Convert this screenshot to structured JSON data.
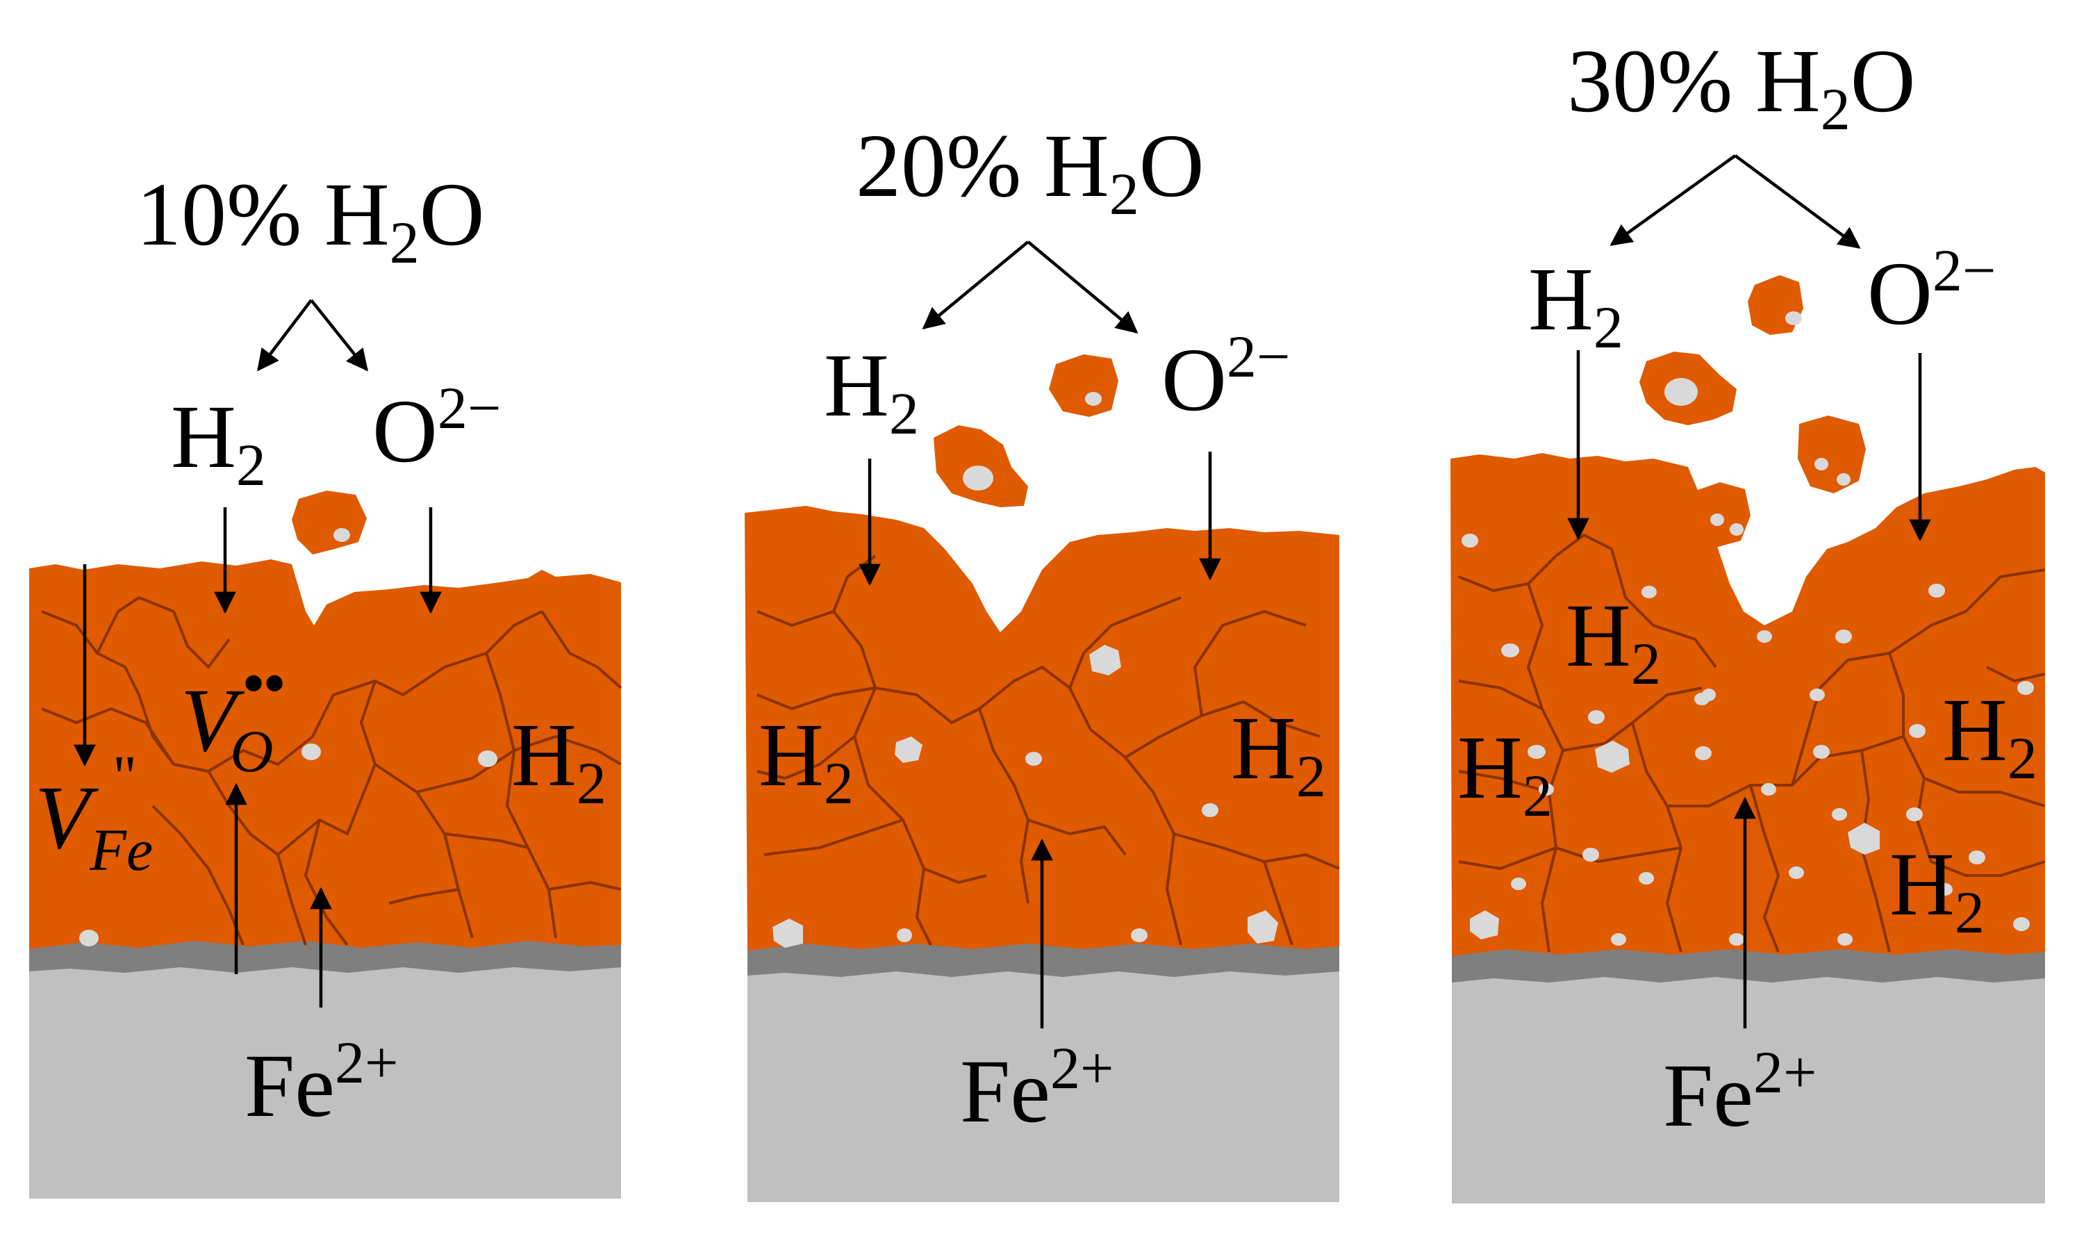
{
  "panels": [
    {
      "water_label": "10% H",
      "water_sub": "2",
      "water_tail": "O",
      "products": {
        "h2": "H",
        "h2_sub": "2",
        "oxide": "O",
        "oxide_sup": "2−"
      },
      "inner_labels": [
        {
          "text": "H",
          "sub": "2"
        }
      ],
      "defects": {
        "vacancy_o": "V",
        "vacancy_o_sub": "O",
        "vacancy_o_sup": "••",
        "vacancy_fe": "V",
        "vacancy_fe_sub": "Fe",
        "vacancy_fe_sup": "\""
      },
      "cation": {
        "text": "Fe",
        "sup": "2+"
      }
    },
    {
      "water_label": "20% H",
      "water_sub": "2",
      "water_tail": "O",
      "products": {
        "h2": "H",
        "h2_sub": "2",
        "oxide": "O",
        "oxide_sup": "2−"
      },
      "inner_labels": [
        {
          "text": "H",
          "sub": "2"
        },
        {
          "text": "H",
          "sub": "2"
        }
      ],
      "cation": {
        "text": "Fe",
        "sup": "2+"
      }
    },
    {
      "water_label": "30% H",
      "water_sub": "2",
      "water_tail": "O",
      "products": {
        "h2": "H",
        "h2_sub": "2",
        "oxide": "O",
        "oxide_sup": "2−"
      },
      "inner_labels": [
        {
          "text": "H",
          "sub": "2"
        },
        {
          "text": "H",
          "sub": "2"
        },
        {
          "text": "H",
          "sub": "2"
        },
        {
          "text": "H",
          "sub": "2"
        }
      ],
      "cation": {
        "text": "Fe",
        "sup": "2+"
      }
    }
  ],
  "colors": {
    "oxide_scale": "#e05a00",
    "crack": "#8a3300",
    "interface_layer": "#7f7f7f",
    "substrate": "#c0c0c0",
    "pore": "#d9d9d9",
    "arrow": "#000000"
  }
}
